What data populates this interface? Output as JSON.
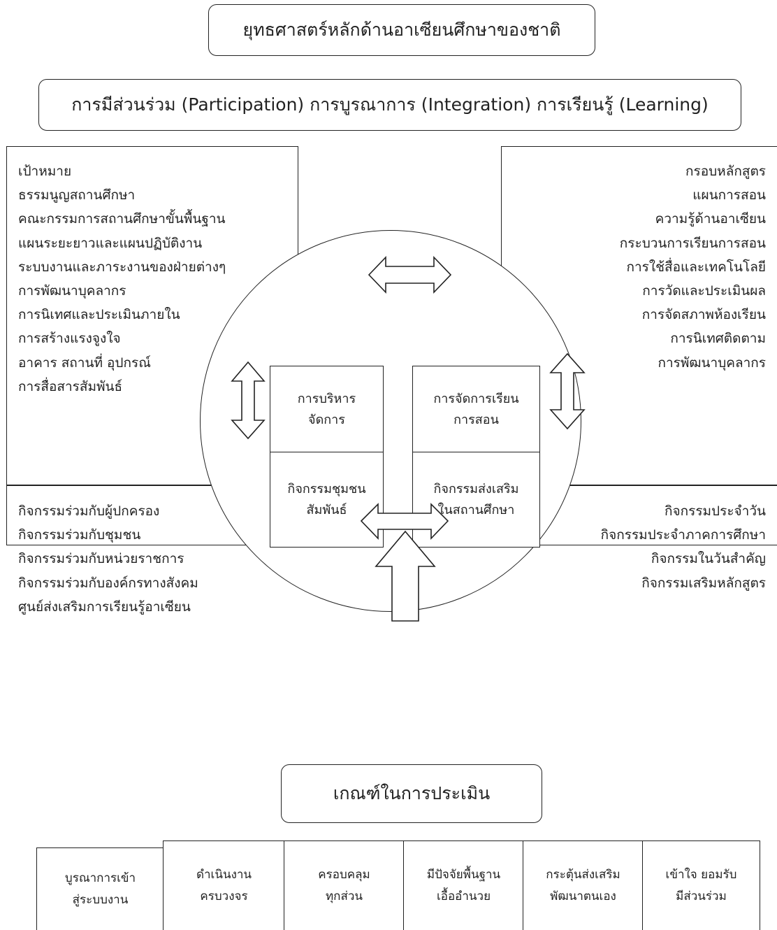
{
  "title": "ยุทธศาสตร์หลักด้านอาเซียนศึกษาของชาติ",
  "subtitle": "การมีส่วนร่วม (Participation) การบูรณาการ (Integration) การเรียนรู้ (Learning)",
  "left_top_items": [
    "เป้าหมาย",
    "ธรรมนูญสถานศึกษา",
    "คณะกรรมการสถานศึกษาขั้นพื้นฐาน",
    "แผนระยะยาวและแผนปฏิบัติงาน",
    "ระบบงานและภาระงานของฝ่ายต่างๆ",
    "การพัฒนาบุคลากร",
    "การนิเทศและประเมินภายใน",
    "การสร้างแรงจูงใจ",
    "อาคาร สถานที่ อุปกรณ์",
    "การสื่อสารสัมพันธ์"
  ],
  "right_top_items": [
    "กรอบหลักสูตร",
    "แผนการสอน",
    "ความรู้ด้านอาเซียน",
    "กระบวนการเรียนการสอน",
    "การใช้สื่อและเทคโนโลยี",
    "การวัดและประเมินผล",
    "การจัดสภาพห้องเรียน",
    "การนิเทศติดตาม",
    "การพัฒนาบุคลากร"
  ],
  "left_bottom_items": [
    "กิจกรรมร่วมกับผู้ปกครอง",
    "กิจกรรมร่วมกับชุมชน",
    "กิจกรรมร่วมกับหน่วยราชการ",
    "กิจกรรมร่วมกับองค์กรทางสังคม",
    "ศูนย์ส่งเสริมการเรียนรู้อาเซียน"
  ],
  "right_bottom_items": [
    "กิจกรรมประจำวัน",
    "กิจกรรมประจำภาคการศึกษา",
    "กิจกรรมในวันสำคัญ",
    "กิจกรรมเสริมหลักสูตร"
  ],
  "center": {
    "management": [
      "การบริหาร",
      "จัดการ"
    ],
    "teaching": [
      "การจัดการเรียน",
      "การสอน"
    ],
    "community": [
      "กิจกรรมชุมชน",
      "สัมพันธ์"
    ],
    "promotion": [
      "กิจกรรมส่งเสริม",
      "ในสถานศึกษา"
    ]
  },
  "evaluation_title": "เกณฑ์ในการประเมิน",
  "criteria": [
    [
      "บูรณาการเข้า",
      "สู่ระบบงาน"
    ],
    [
      "ดำเนินงาน",
      "ครบวงจร"
    ],
    [
      "ครอบคลุม",
      "ทุกส่วน"
    ],
    [
      "มีปัจจัยพื้นฐาน",
      "เอื้ออำนวย"
    ],
    [
      "กระตุ้นส่งเสริม",
      "พัฒนาตนเอง"
    ],
    [
      "เข้าใจ ยอมรับ",
      "มีส่วนร่วม"
    ]
  ]
}
